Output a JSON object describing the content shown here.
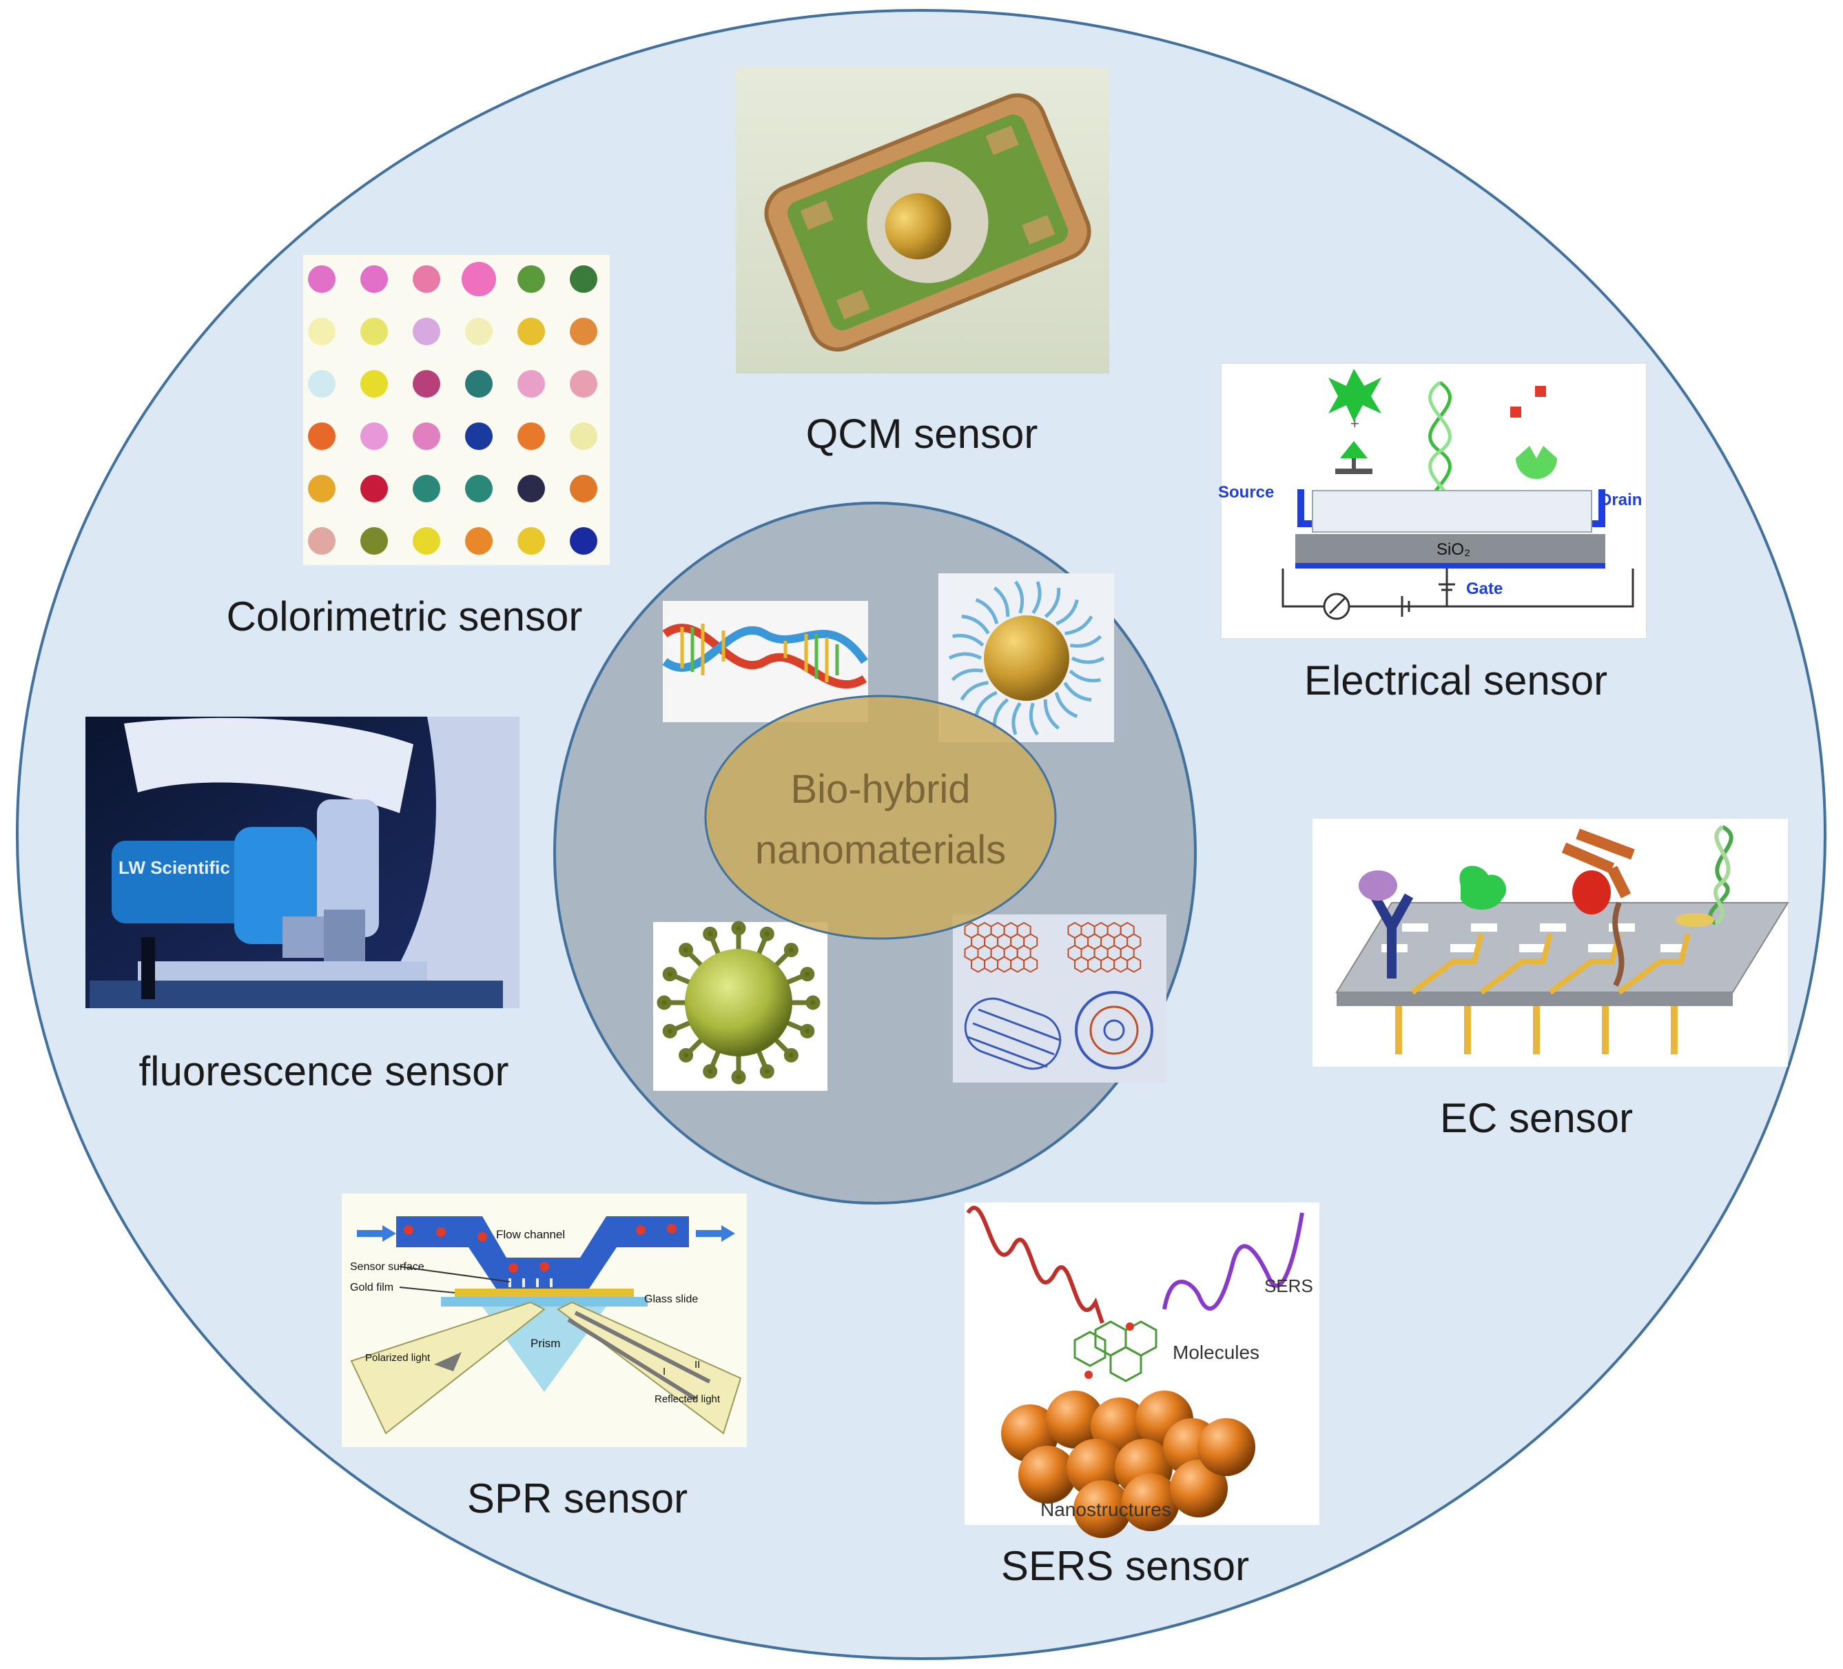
{
  "center": {
    "line1": "Bio-hybrid",
    "line2": "nanomaterials"
  },
  "sensors": {
    "qcm": "QCM sensor",
    "colorimetric": "Colorimetric sensor",
    "electrical": "Electrical sensor",
    "fluorescence": "fluorescence sensor",
    "ec": "EC sensor",
    "spr": "SPR sensor",
    "sers": "SERS sensor"
  },
  "electrical_panel": {
    "source": "Source",
    "drain": "Drain",
    "oxide": "SiO₂",
    "gate": "Gate",
    "plus": "+"
  },
  "spr_panel": {
    "flow_channel": "Flow channel",
    "sensor_surface": "Sensor surface",
    "gold_film": "Gold film",
    "glass_slide": "Glass slide",
    "prism": "Prism",
    "polarized_light": "Polarized light",
    "reflected_light": "Reflected light",
    "ray1": "I",
    "ray2": "II"
  },
  "sers_panel": {
    "sers": "SERS",
    "molecules": "Molecules",
    "nanostructures": "Nanostructures"
  },
  "microscope_brand": "LW Scientific",
  "colors": {
    "outer_fill": "#dce8f4",
    "outer_stroke": "#41719c",
    "inner_fill": "#aab6c2",
    "center_fill": "#c9ac5e",
    "center_text": "#7a6636"
  }
}
